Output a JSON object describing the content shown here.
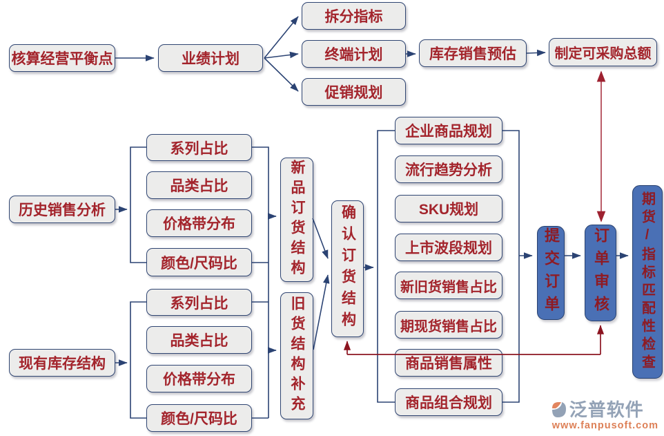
{
  "nodes": {
    "balance_point": "核算经营平衡点",
    "performance_plan": "业绩计划",
    "split_indicators": "拆分指标",
    "terminal_plan": "终端计划",
    "promotion_plan": "促销规划",
    "inventory_sales_forecast": "库存销售预估",
    "purchasable_total": "制定可采购总额",
    "historical_sales_analysis": "历史销售分析",
    "hist_series_ratio": "系列占比",
    "hist_category_ratio": "品类占比",
    "hist_price_band": "价格带分布",
    "hist_color_size": "颜色/尺码比",
    "new_product_order_structure": "新品订货结构",
    "current_inventory_structure": "现有库存结构",
    "inv_series_ratio": "系列占比",
    "inv_category_ratio": "品类占比",
    "inv_price_band": "价格带分布",
    "inv_color_size": "颜色/尺码比",
    "old_goods_supplement": "旧货结构补充",
    "confirm_order_structure": "确认订货结构",
    "enterprise_product_plan": "企业商品规划",
    "trend_analysis": "流行趋势分析",
    "sku_plan": "SKU规划",
    "launch_wave_plan": "上市波段规划",
    "new_old_sales_ratio": "新旧货销售占比",
    "futures_spot_sales_ratio": "期现货销售占比",
    "product_sales_attributes": "商品销售属性",
    "product_mix_plan": "商品组合规划",
    "submit_order": "提交订单",
    "order_review": "订单审核",
    "futures_indicator_check": "期货/指标匹配性检查"
  },
  "watermark": {
    "brand": "泛普软件",
    "url": "www.fanpusoft.com"
  },
  "colors": {
    "node_fill": "#ececeb",
    "node_border": "#2e4471",
    "node_text": "#a3242c",
    "blue_fill": "#4a70b5",
    "blue_text": "#8e1b24",
    "connector": "#2b4373",
    "feedback_red": "#8c1420",
    "double_arrow_red": "#b24a58"
  }
}
